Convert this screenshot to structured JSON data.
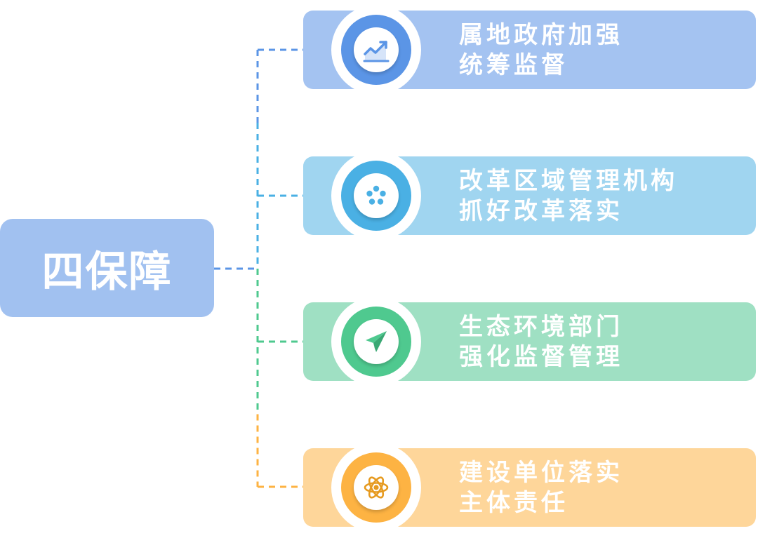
{
  "root": {
    "label": "四保障",
    "color": "#a1c1f0"
  },
  "branches": [
    {
      "line1": "属地政府加强",
      "line2": "统筹监督",
      "icon": "line-chart-icon",
      "card_color": "#a4c3f1",
      "disc_color": "#5b95e6",
      "connector_color": "#5b95e6"
    },
    {
      "line1": "改革区域管理机构",
      "line2": "抓好改革落实",
      "icon": "film-reel-icon",
      "card_color": "#a0d5f0",
      "disc_color": "#4ab0e4",
      "connector_color": "#4ab0e4"
    },
    {
      "line1": "生态环境部门",
      "line2": "强化监督管理",
      "icon": "paper-plane-icon",
      "card_color": "#9fe0c3",
      "disc_color": "#4fc98f",
      "connector_color": "#4fc98f"
    },
    {
      "line1": "建设单位落实",
      "line2": "主体责任",
      "icon": "atom-icon",
      "card_color": "#fed69a",
      "disc_color": "#fdb343",
      "connector_color": "#fdb343"
    }
  ]
}
